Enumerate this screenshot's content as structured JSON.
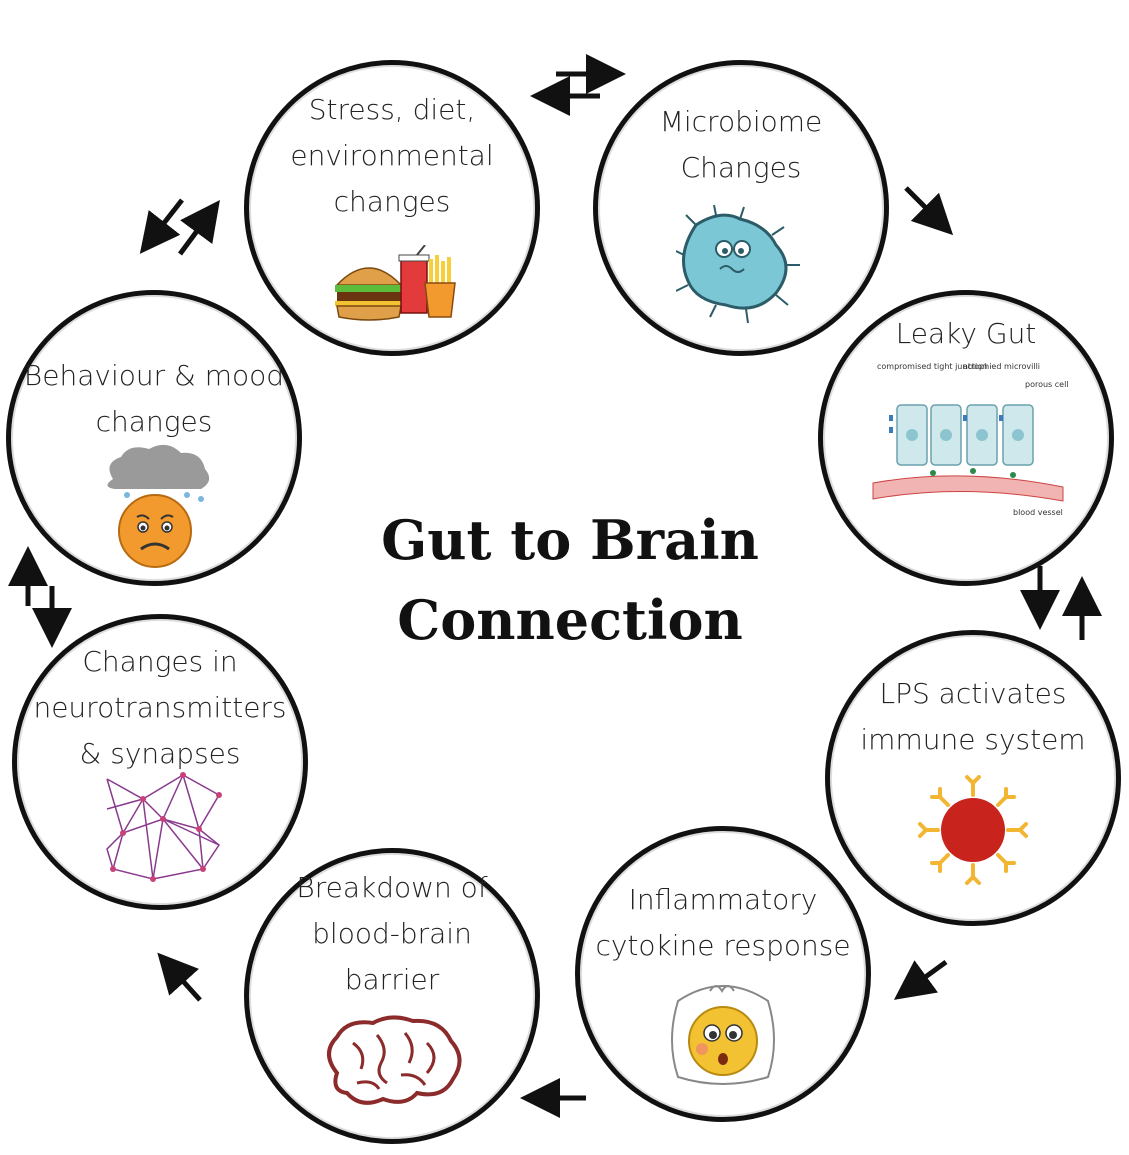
{
  "title": {
    "line1": "Gut to Brain",
    "line2": "Connection"
  },
  "nodes": [
    {
      "id": "stress",
      "lines": [
        "Stress, diet,",
        "environmental",
        "changes"
      ],
      "icon": "fast-food-icon"
    },
    {
      "id": "microbiome",
      "lines": [
        "Microbiome",
        "Changes"
      ],
      "icon": "microbe-icon"
    },
    {
      "id": "leaky",
      "lines": [
        "Leaky Gut"
      ],
      "icon": "gut-cells-diagram",
      "annotations": [
        "compromised tight junction",
        "atrophied microvilli",
        "porous cell",
        "blood vessel"
      ]
    },
    {
      "id": "lps",
      "lines": [
        "LPS activates",
        "immune system"
      ],
      "icon": "immune-cell-icon"
    },
    {
      "id": "inflammatory",
      "lines": [
        "Inflammatory",
        "cytokine response"
      ],
      "icon": "sick-emoji-icon"
    },
    {
      "id": "bbb",
      "lines": [
        "Breakdown of",
        "blood-brain",
        "barrier"
      ],
      "icon": "brain-icon"
    },
    {
      "id": "neuro",
      "lines": [
        "Changes in",
        "neurotransmitters",
        "& synapses"
      ],
      "icon": "neural-network-icon"
    },
    {
      "id": "behaviour",
      "lines": [
        "Behaviour & mood",
        "changes"
      ],
      "icon": "sad-cloud-face-icon"
    }
  ],
  "colors": {
    "border": "#111111",
    "microbe": "#7cc7d6",
    "immune": "#c8231d",
    "immune_receptor": "#f2b632",
    "emoji": "#f29a2e",
    "brain": "#8b2b2b",
    "network": "#8a3a8e"
  }
}
